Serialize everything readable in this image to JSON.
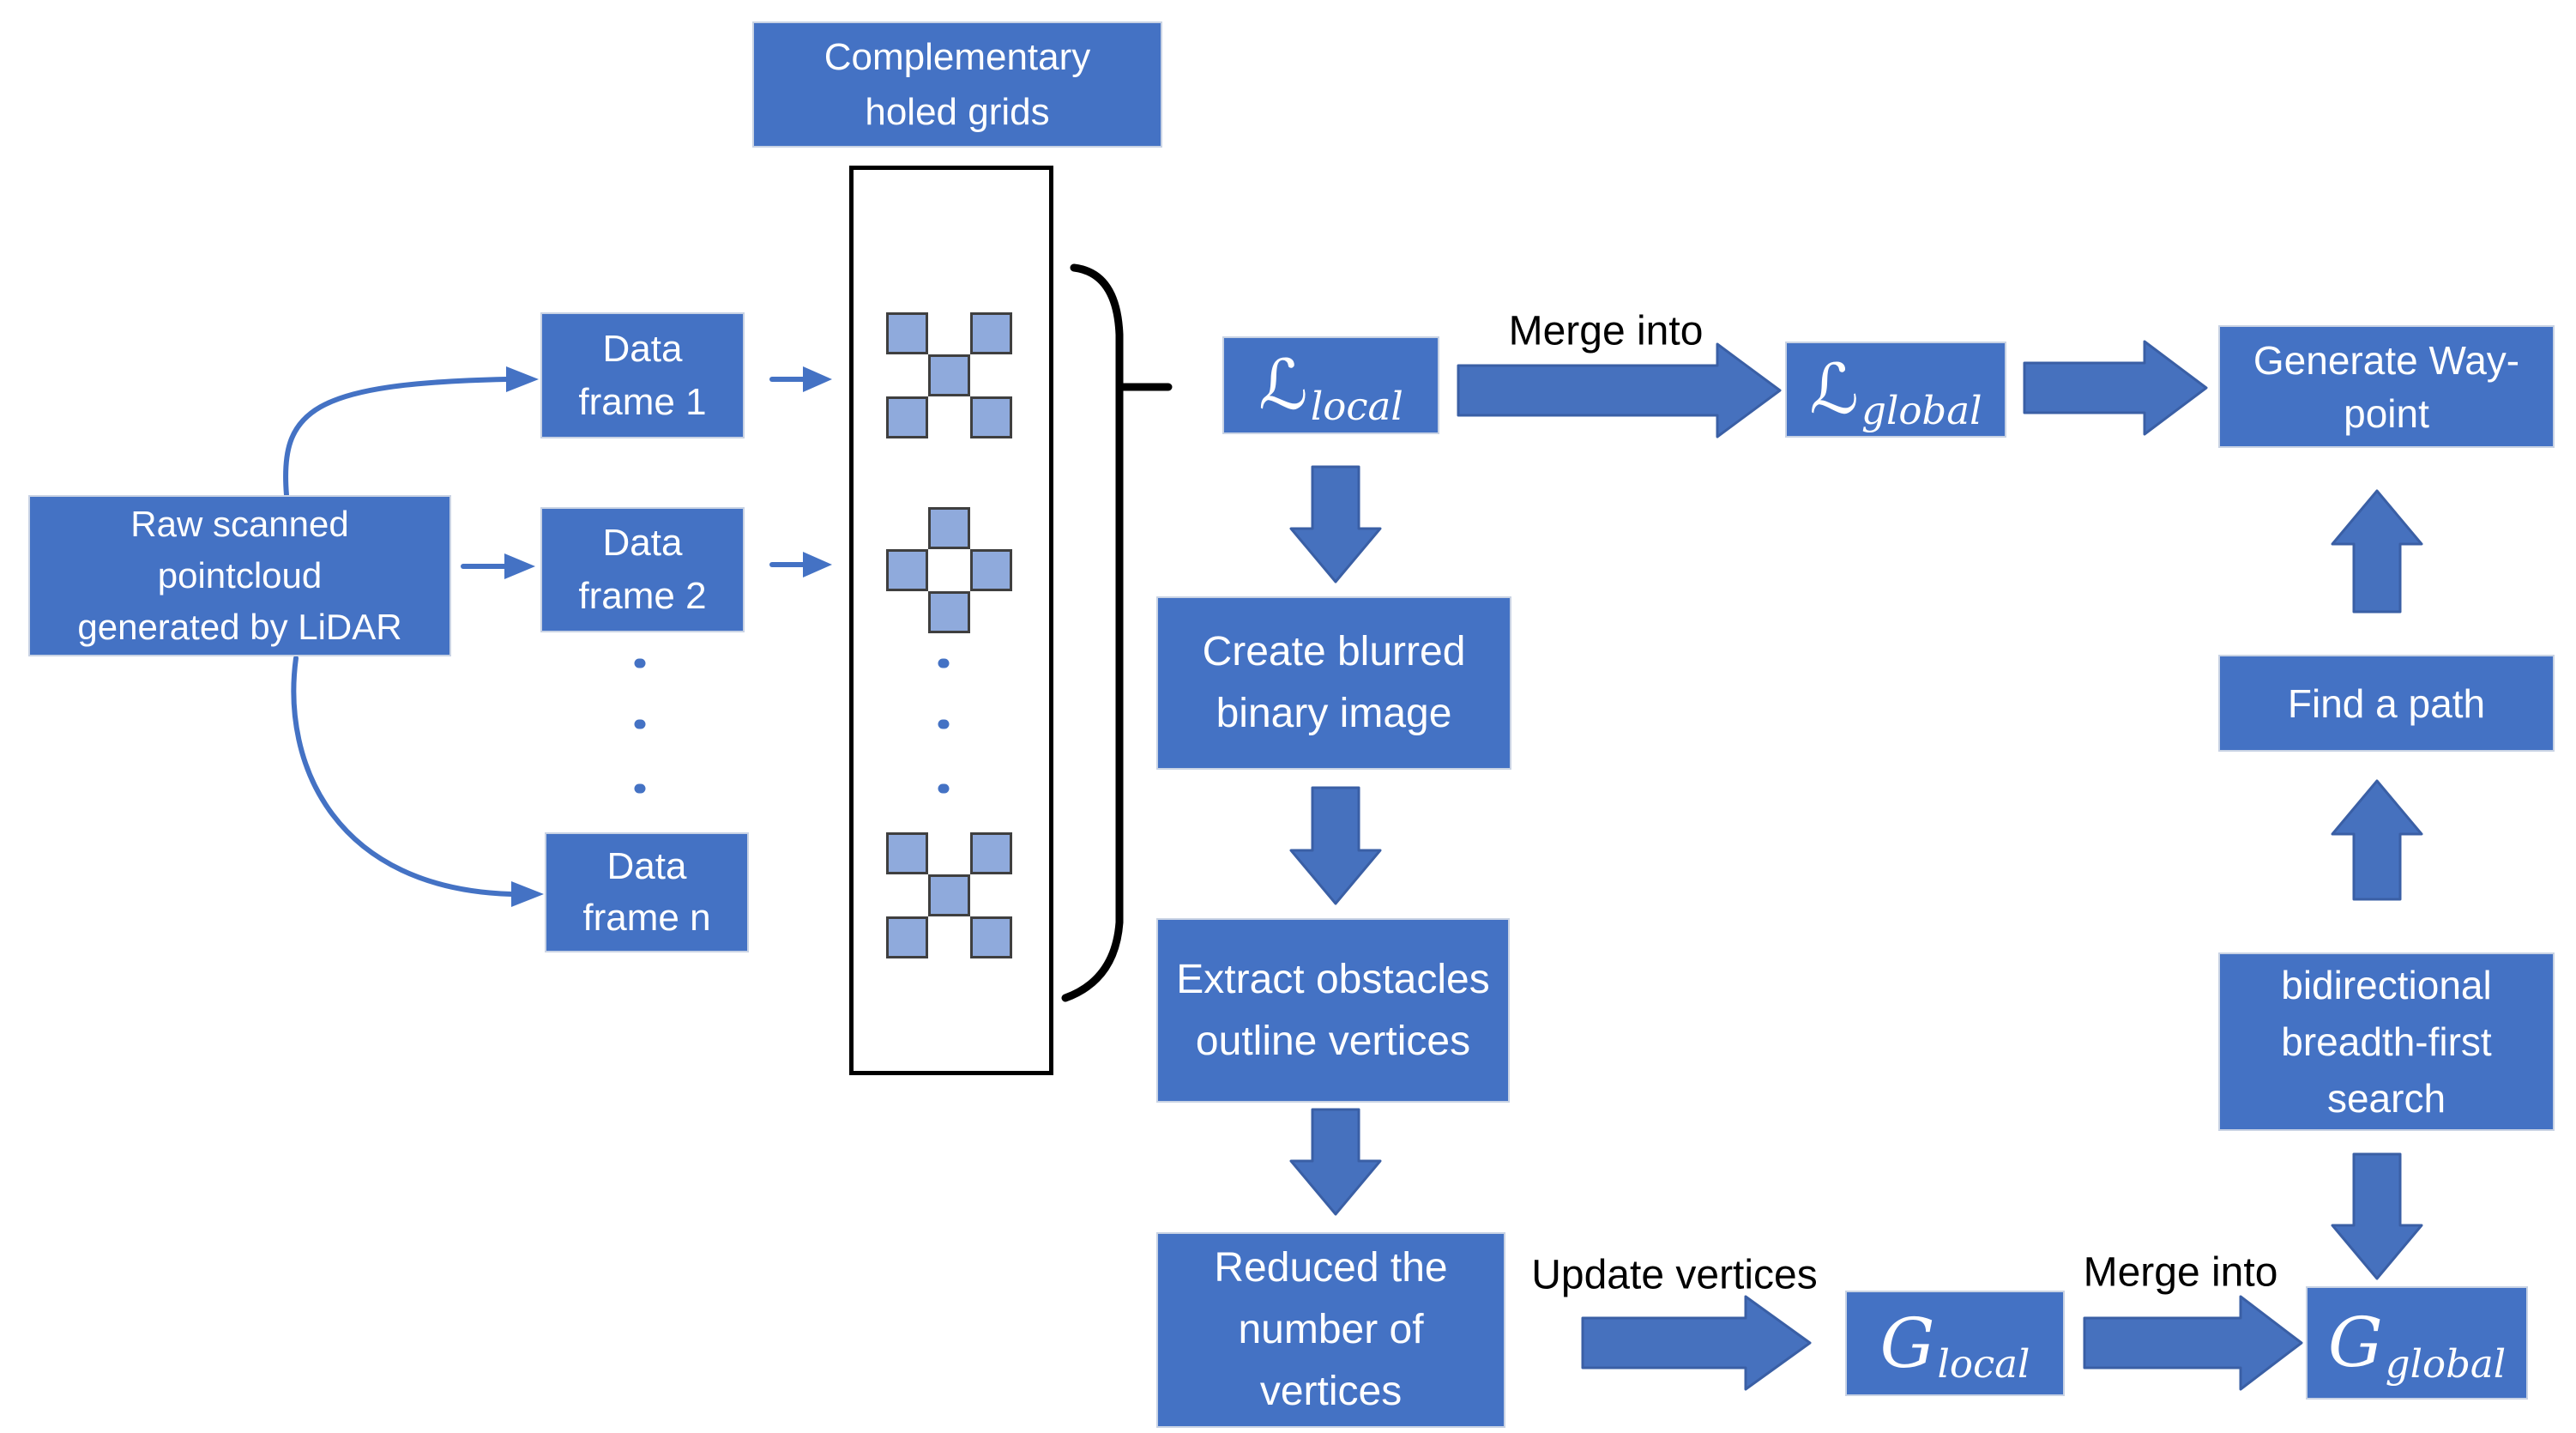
{
  "nodes": {
    "complementary": {
      "lines": [
        "Complementary",
        "holed grids"
      ]
    },
    "raw_pointcloud": {
      "lines": [
        "Raw scanned",
        "pointcloud",
        "generated by LiDAR"
      ]
    },
    "data_frame_1": {
      "lines": [
        "Data",
        "frame 1"
      ]
    },
    "data_frame_2": {
      "lines": [
        "Data",
        "frame 2"
      ]
    },
    "data_frame_n": {
      "lines": [
        "Data",
        "frame n"
      ]
    },
    "l_local": {
      "symbol": "ℒ",
      "subscript": "local"
    },
    "l_global": {
      "symbol": "ℒ",
      "subscript": "global"
    },
    "generate_waypoint": {
      "lines": [
        "Generate Way-",
        "point"
      ]
    },
    "create_blurred": {
      "lines": [
        "Create blurred",
        "binary image"
      ]
    },
    "extract_obstacles": {
      "lines": [
        "Extract obstacles",
        "outline vertices"
      ]
    },
    "reduced_vertices": {
      "lines": [
        "Reduced the",
        "number of",
        "vertices"
      ]
    },
    "g_local": {
      "symbol": "G",
      "subscript": "local"
    },
    "g_global": {
      "symbol": "G",
      "subscript": "global"
    },
    "find_path": {
      "lines": [
        "Find a path"
      ]
    },
    "bidirectional_bfs": {
      "lines": [
        "bidirectional",
        "breadth-first",
        "search"
      ]
    }
  },
  "edge_labels": {
    "merge_into_top": "Merge into",
    "update_vertices": "Update vertices",
    "merge_into_bottom": "Merge into"
  },
  "grids": {
    "patterns": [
      {
        "name": "holed-grid-x",
        "cells": [
          [
            1,
            0,
            1
          ],
          [
            0,
            1,
            0
          ],
          [
            1,
            0,
            1
          ]
        ]
      },
      {
        "name": "holed-grid-plus",
        "cells": [
          [
            0,
            1,
            0
          ],
          [
            1,
            0,
            1
          ],
          [
            0,
            1,
            0
          ]
        ]
      },
      {
        "name": "holed-grid-x",
        "cells": [
          [
            1,
            0,
            1
          ],
          [
            0,
            1,
            0
          ],
          [
            1,
            0,
            1
          ]
        ]
      }
    ]
  },
  "ellipsis": {
    "frame_column_dots": 3,
    "grid_column_dots": 3
  },
  "colors": {
    "node_fill": "#4472C4",
    "node_text": "#FFFFFF",
    "grid_cell_fill": "#8FAADC",
    "grid_cell_border": "#3F3F3F",
    "block_arrow_fill": "#4671BE",
    "block_arrow_border": "#3A5FA5",
    "thin_arrow": "#4472C4",
    "edge_label_text": "#000000",
    "container_border": "#000000"
  }
}
